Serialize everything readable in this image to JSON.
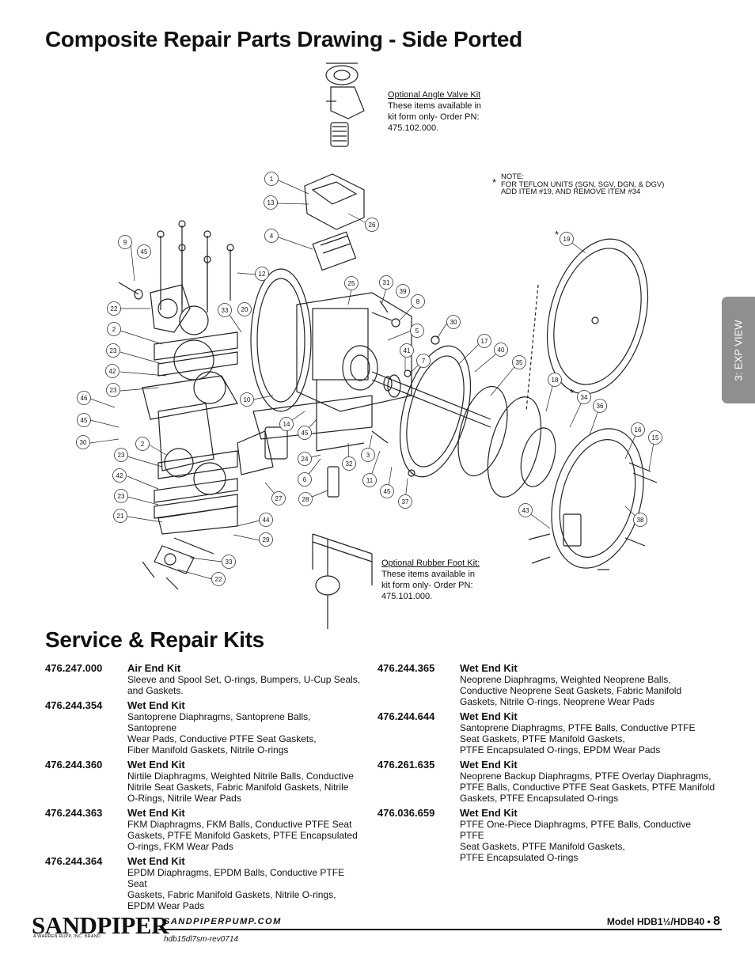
{
  "page": {
    "title": "Composite Repair Parts Drawing - Side Ported",
    "section_tab": "3: EXP VIEW"
  },
  "drawing": {
    "angle_valve_note": {
      "title": "Optional Angle Valve Kit",
      "lines": [
        "These items available in",
        "kit form only- Order PN:",
        "475.102.000."
      ]
    },
    "teflon_note": {
      "star": "*",
      "lines": [
        "NOTE:",
        "FOR TEFLON UNITS (SGN, SGV, DGN, & DGV)",
        "ADD ITEM #19, AND REMOVE ITEM #34"
      ]
    },
    "rubber_foot_note": {
      "title": "Optional Rubber Foot Kit:",
      "lines": [
        "These items available in",
        "kit form only- Order PN:",
        "475.101.000."
      ]
    },
    "star_marks": [
      "*",
      "*"
    ],
    "callouts": [
      "1",
      "13",
      "26",
      "4",
      "9",
      "45",
      "12",
      "22",
      "33",
      "20",
      "2",
      "23",
      "42",
      "23",
      "46",
      "45",
      "30",
      "2",
      "23",
      "42",
      "23",
      "21",
      "25",
      "31",
      "39",
      "8",
      "5",
      "30",
      "17",
      "40",
      "35",
      "41",
      "7",
      "19",
      "18",
      "34",
      "36",
      "16",
      "15",
      "10",
      "14",
      "45",
      "24",
      "6",
      "32",
      "3",
      "11",
      "45",
      "28",
      "37",
      "27",
      "44",
      "29",
      "33",
      "22",
      "43",
      "38"
    ]
  },
  "kits_section": {
    "title": "Service & Repair Kits",
    "left": [
      {
        "pn": "476.247.000",
        "name": "Air End Kit",
        "desc": [
          "Sleeve and Spool Set, O-rings, Bumpers, U-Cup Seals,",
          "and Gaskets."
        ]
      },
      {
        "pn": "476.244.354",
        "name": "Wet End Kit",
        "desc": [
          "Santoprene Diaphragms, Santoprene Balls, Santoprene",
          "Wear Pads,  Conductive PTFE Seat Gaskets,",
          "Fiber Manifold Gaskets, Nitrile O-rings"
        ]
      },
      {
        "pn": "476.244.360",
        "name": "Wet End Kit",
        "desc": [
          "Nirtile Diaphragms, Weighted Nitrile Balls, Conductive",
          "Nitrile Seat Gaskets, Fabric Manifold Gaskets, Nitrile",
          "O-Rings, Nitrile Wear Pads"
        ]
      },
      {
        "pn": "476.244.363",
        "name": "Wet End Kit",
        "desc": [
          "FKM Diaphragms, FKM Balls, Conductive PTFE Seat",
          "Gaskets, PTFE Manifold Gaskets, PTFE Encapsulated",
          "O-rings, FKM Wear Pads"
        ]
      },
      {
        "pn": "476.244.364",
        "name": "Wet End Kit",
        "desc": [
          "EPDM Diaphragms, EPDM Balls, Conductive PTFE Seat",
          "Gaskets, Fabric Manifold Gaskets, Nitrile O-rings,",
          "EPDM Wear Pads"
        ]
      }
    ],
    "right": [
      {
        "pn": "476.244.365",
        "name": "Wet End Kit",
        "desc": [
          "Neoprene Diaphragms, Weighted Neoprene Balls,",
          "Conductive Neoprene Seat Gaskets, Fabric Manifold",
          "Gaskets, Nitrile O-rings, Neoprene Wear Pads"
        ]
      },
      {
        "pn": "476.244.644",
        "name": "Wet End Kit",
        "desc": [
          "Santoprene Diaphragms, PTFE Balls, Conductive PTFE",
          "Seat Gaskets, PTFE Manifold Gaskets,",
          "PTFE Encapsulated O-rings, EPDM Wear Pads"
        ]
      },
      {
        "pn": "476.261.635",
        "name": "Wet End Kit",
        "desc": [
          "Neoprene Backup Diaphragms, PTFE Overlay Diaphragms,",
          "PTFE Balls, Conductive PTFE Seat Gaskets, PTFE Manifold",
          "Gaskets, PTFE Encapsulated O-rings"
        ]
      },
      {
        "pn": "476.036.659",
        "name": "Wet End Kit",
        "desc": [
          "PTFE One-Piece Diaphragms, PTFE Balls, Conductive PTFE",
          "Seat Gaskets, PTFE Manifold Gaskets,",
          "PTFE Encapsulated O-rings"
        ]
      }
    ]
  },
  "footer": {
    "logo": "SANDPIPER",
    "logo_sub": "A WARREN RUPP, INC. BRAND",
    "url": "SANDPIPERPUMP.COM",
    "doc_id": "hdb15dl7sm-rev0714",
    "model": "Model HDB1½/HDB40 •",
    "page_number": "8"
  }
}
